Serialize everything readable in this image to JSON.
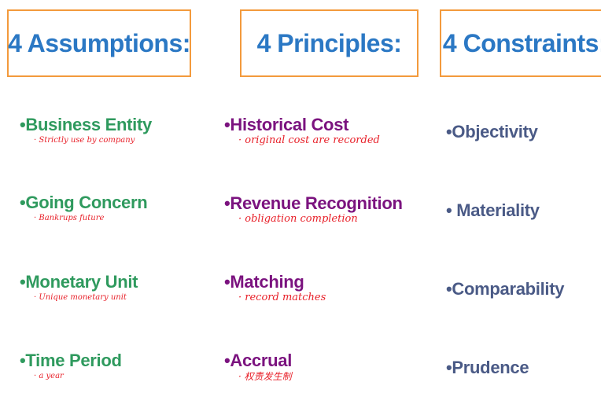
{
  "colors": {
    "header_border": "#f39a3c",
    "header_text": "#2b78c4",
    "assumptions_text": "#2f9a5e",
    "principles_text": "#7b137f",
    "constraints_text": "#4a5a86",
    "note_text": "#e8212a"
  },
  "assumptions": {
    "header": "4 Assumptions:",
    "items": [
      {
        "label": "•Business Entity",
        "note": "· Strictly use by company"
      },
      {
        "label": "•Going Concern",
        "note": "· Bankrups future"
      },
      {
        "label": "•Monetary Unit",
        "note": "· Unique monetary unit"
      },
      {
        "label": "•Time Period",
        "note": "· a year"
      }
    ]
  },
  "principles": {
    "header": "4 Principles:",
    "items": [
      {
        "label": "•Historical Cost",
        "note": "· original cost are recorded"
      },
      {
        "label": "•Revenue Recognition",
        "note": "· obligation completion"
      },
      {
        "label": "•Matching",
        "note": "· record matches"
      },
      {
        "label": "•Accrual",
        "note": "· 权责发生制"
      }
    ]
  },
  "constraints": {
    "header": "4 Constraints:",
    "items": [
      {
        "label": "•Objectivity"
      },
      {
        "label": "• Materiality"
      },
      {
        "label": "•Comparability"
      },
      {
        "label": "•Prudence"
      }
    ]
  }
}
